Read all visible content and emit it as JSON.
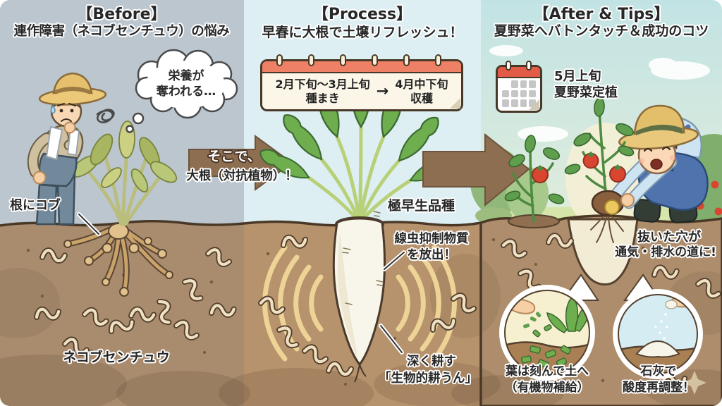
{
  "before": {
    "title": "【Before】",
    "subtitle": "連作障害（ネコブセンチュウ）の悩み",
    "thought": {
      "line1": "栄養が",
      "line2": "奪われる…"
    },
    "root_gall_label": "根にコブ",
    "nematode_label": "ネコブセンチュウ"
  },
  "process": {
    "title": "【Process】",
    "subtitle": "早春に大根で土壌リフレッシュ！",
    "calendar": {
      "sow_period": "2月下旬～3月上旬",
      "sow_action": "種まき",
      "arrow": "→",
      "harvest_period": "4月中下旬",
      "harvest_action": "収穫"
    },
    "intro": {
      "line1": "そこで、",
      "line2": "大根（対抗植物）！"
    },
    "variety_label": "極早生品種",
    "substance": {
      "line1": "線虫抑制物質",
      "line2": "を放出！"
    },
    "tillage": {
      "line1": "深く耕す",
      "line2": "「生物的耕うん」"
    }
  },
  "after": {
    "title": "【After & Tips】",
    "subtitle": "夏野菜へバトンタッチ＆成功のコツ",
    "schedule": {
      "line1": "5月上旬",
      "line2": "夏野菜定植"
    },
    "hole": {
      "line1": "抜いた穴が",
      "line2": "通気・排水の道に!"
    },
    "tip_leaves": {
      "line1": "葉は刻んで土へ",
      "line2": "（有機物補給）"
    },
    "tip_lime": {
      "line1": "石灰で",
      "line2": "酸度再調整！"
    }
  },
  "icons": {
    "calendar": "calendar-icon",
    "thought_bubble": "thought-bubble-icon",
    "arrow_right": "arrow-right-icon"
  },
  "colors": {
    "sky_left": "#bcc6cf",
    "sky_mid": "#ddeff3",
    "sky_right_top": "#c2e3e4",
    "sky_right_bottom": "#eef1d7",
    "soil_left": "#a98c6e",
    "soil_mid": "#b6926d",
    "soil_right": "#ad8d6b",
    "hole_cream": "#f3ecd4",
    "arrow_brown": "#8d6e50",
    "calendar_red": "#ee8066",
    "wave_yellow": "#f2d79a",
    "text_dark": "#272727"
  }
}
